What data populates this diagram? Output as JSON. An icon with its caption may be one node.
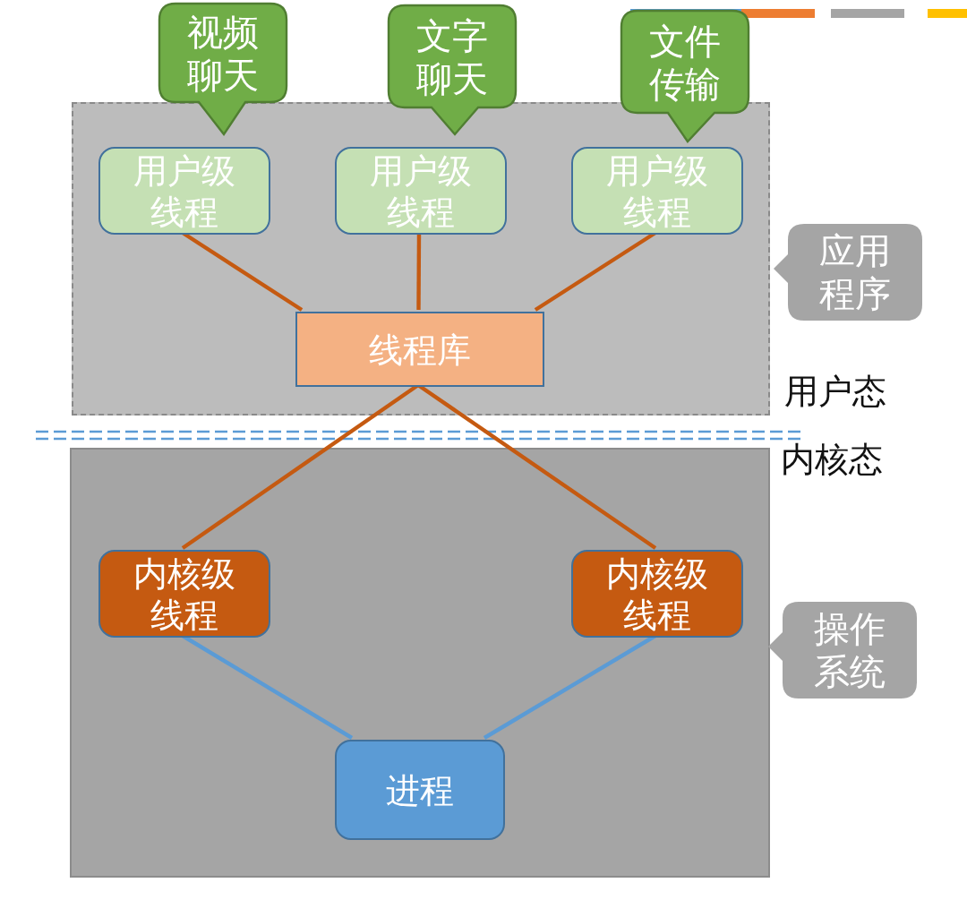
{
  "diagram": {
    "nodes": [
      {
        "text": [],
        "shape": "box"
      },
      {
        "text": [
          "用户级线程"
        ],
        "in": 0
      },
      {
        "text": [
          "用户级线程"
        ],
        "in": 0
      },
      {
        "text": [
          "用户级线程"
        ],
        "in": 0
      },
      {
        "text": [
          "线程库"
        ],
        "in": 0
      },
      {
        "text": [],
        "shape": "box"
      },
      {
        "text": [
          "内核级线程"
        ],
        "in": 5
      },
      {
        "text": [
          "内核级线程"
        ],
        "in": 5
      },
      {
        "text": [
          "进程"
        ],
        "in": 5
      },
      {
        "text": [
          "视频聊天"
        ]
      },
      {
        "text": [
          "文字聊天"
        ]
      },
      {
        "text": [
          "文件传输"
        ]
      },
      {
        "text": [
          "应用程序"
        ]
      },
      {
        "text": [
          "操作系统"
        ]
      }
    ],
    "edges": [
      {
        "from": 1,
        "to": 4,
        "arrow": "none"
      },
      {
        "from": 2,
        "to": 4,
        "arrow": "none"
      },
      {
        "from": 3,
        "to": 4,
        "arrow": "none"
      },
      {
        "from": 4,
        "to": 6,
        "arrow": "none"
      },
      {
        "from": 4,
        "to": 7,
        "arrow": "none"
      },
      {
        "from": 6,
        "to": 8,
        "arrow": "none",
        "color": "#5b9bd5"
      },
      {
        "from": 7,
        "to": 8,
        "arrow": "none",
        "color": "#5b9bd5"
      }
    ],
    "labels": [
      "用户态",
      "内核态"
    ]
  }
}
